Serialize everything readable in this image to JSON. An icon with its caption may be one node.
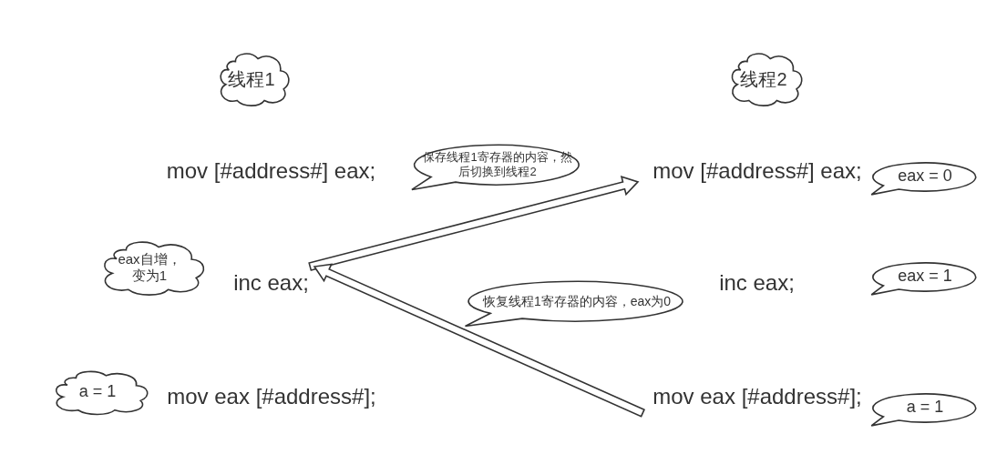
{
  "diagram": {
    "nodes": [
      {
        "text": [
          "线程1"
        ]
      },
      {
        "text": [
          "线程2"
        ]
      },
      {
        "text": [
          "保存线程1寄存器的内容，然后切换到线程2"
        ]
      },
      {
        "text": [
          "mov [#address#] eax;"
        ]
      },
      {
        "text": [
          "mov [#address#] eax;"
        ]
      },
      {
        "text": [
          "eax = 0"
        ]
      },
      {
        "text": [
          "eax自增，变为1"
        ]
      },
      {
        "text": [
          "inc eax;"
        ]
      },
      {
        "text": [
          "inc eax;"
        ]
      },
      {
        "text": [
          "eax = 1"
        ]
      },
      {
        "text": [
          "恢复线程1寄存器的内容，eax为0"
        ]
      },
      {
        "text": [
          "a = 1"
        ]
      },
      {
        "text": [
          "mov eax [#address#];"
        ]
      },
      {
        "text": [
          "mov eax [#address#];"
        ]
      },
      {
        "text": [
          "a = 1"
        ]
      }
    ],
    "edges": [
      {
        "from": 7,
        "to": 4,
        "arrow": "to"
      },
      {
        "from": 13,
        "to": 7,
        "arrow": "to"
      }
    ]
  }
}
